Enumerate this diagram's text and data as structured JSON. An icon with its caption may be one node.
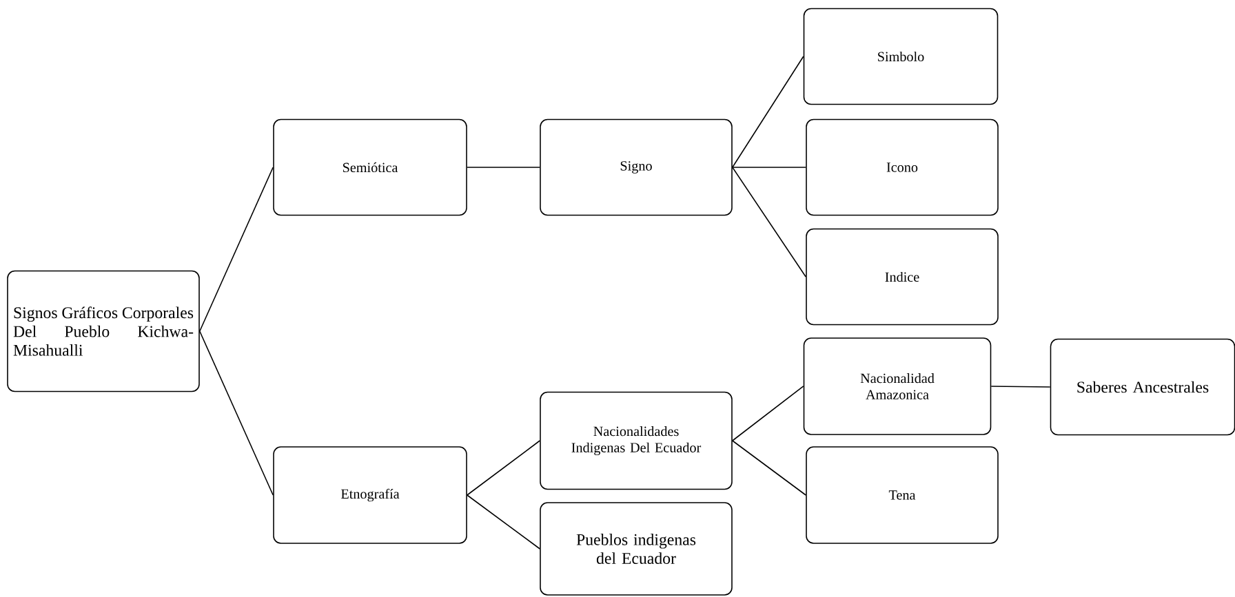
{
  "diagram": {
    "nodes": [
      {
        "text": [
          "Signos Gráficos Corporales Del Pueblo Kichwa-Misahualli"
        ]
      },
      {
        "text": [
          "Semiótica"
        ]
      },
      {
        "text": [
          "Signo"
        ]
      },
      {
        "text": [
          "Simbolo"
        ]
      },
      {
        "text": [
          "Icono"
        ]
      },
      {
        "text": [
          "Indice"
        ]
      },
      {
        "text": [
          "Etnografía"
        ]
      },
      {
        "text": [
          "Nacionalidades Indigenas Del Ecuador"
        ]
      },
      {
        "text": [
          "Nacionalidad Amazonica"
        ]
      },
      {
        "text": [
          "Saberes Ancestrales"
        ]
      },
      {
        "text": [
          "Tena"
        ]
      },
      {
        "text": [
          "Pueblos indigenas del Ecuador"
        ]
      }
    ],
    "edges": [
      {
        "from": 0,
        "to": 1,
        "arrow": "none"
      },
      {
        "from": 0,
        "to": 6,
        "arrow": "none"
      },
      {
        "from": 1,
        "to": 2,
        "arrow": "none"
      },
      {
        "from": 2,
        "to": 3,
        "arrow": "none"
      },
      {
        "from": 2,
        "to": 4,
        "arrow": "none"
      },
      {
        "from": 2,
        "to": 5,
        "arrow": "none"
      },
      {
        "from": 6,
        "to": 7,
        "arrow": "none"
      },
      {
        "from": 6,
        "to": 11,
        "arrow": "none"
      },
      {
        "from": 7,
        "to": 8,
        "arrow": "none"
      },
      {
        "from": 7,
        "to": 10,
        "arrow": "none"
      },
      {
        "from": 8,
        "to": 9,
        "arrow": "none"
      }
    ]
  }
}
